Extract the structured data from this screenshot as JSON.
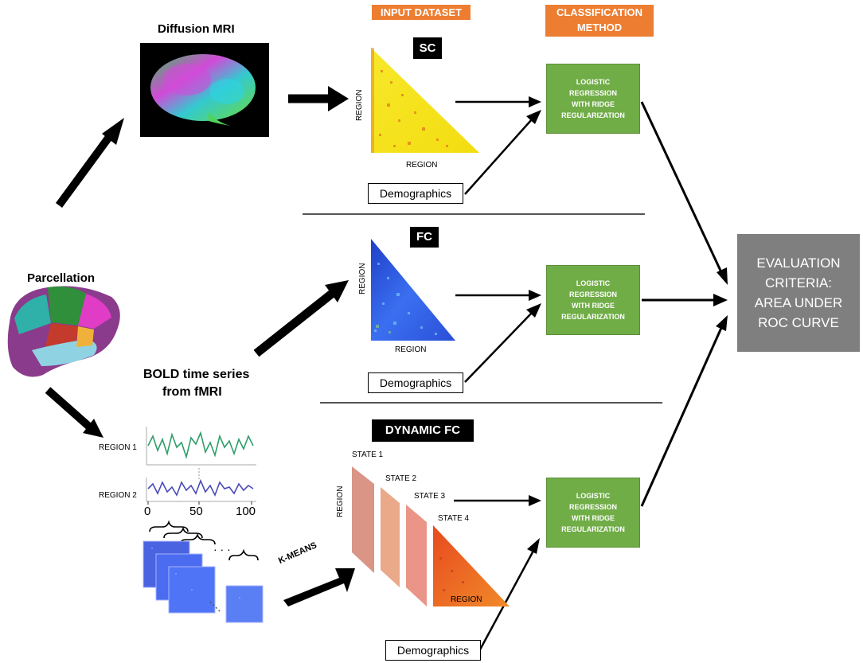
{
  "headers": {
    "input_dataset": "INPUT DATASET",
    "classification_method": "CLASSIFICATION METHOD"
  },
  "left": {
    "diffusion_mri": "Diffusion MRI",
    "parcellation": "Parcellation",
    "bold_line1": "BOLD time series",
    "bold_line2": "from fMRI",
    "region1": "REGION 1",
    "region2": "REGION 2",
    "ellipsis_vertical": "⋮",
    "axis_ticks": [
      "0",
      "50",
      "100"
    ],
    "dots": "· · ·",
    "kmeans": "K-MEANS"
  },
  "datasets": {
    "sc": {
      "title": "SC",
      "xlabel": "REGION",
      "ylabel": "REGION",
      "color": "#f5ea1c"
    },
    "fc": {
      "title": "FC",
      "xlabel": "REGION",
      "ylabel": "REGION",
      "color": "#2f4fd9"
    },
    "dfc": {
      "title": "DYNAMIC FC",
      "ylabel": "REGION",
      "xlabel": "REGION",
      "states": [
        "STATE 1",
        "STATE 2",
        "STATE 3",
        "STATE 4"
      ]
    },
    "demographics": "Demographics"
  },
  "method": {
    "line1": "LOGISTIC",
    "line2": "REGRESSION",
    "line3": "WITH RIDGE",
    "line4": "REGULARIZATION",
    "color": "#70ad47"
  },
  "evaluation": {
    "line1": "EVALUATION",
    "line2": "CRITERIA:",
    "line3": "AREA UNDER",
    "line4": "ROC CURVE"
  }
}
